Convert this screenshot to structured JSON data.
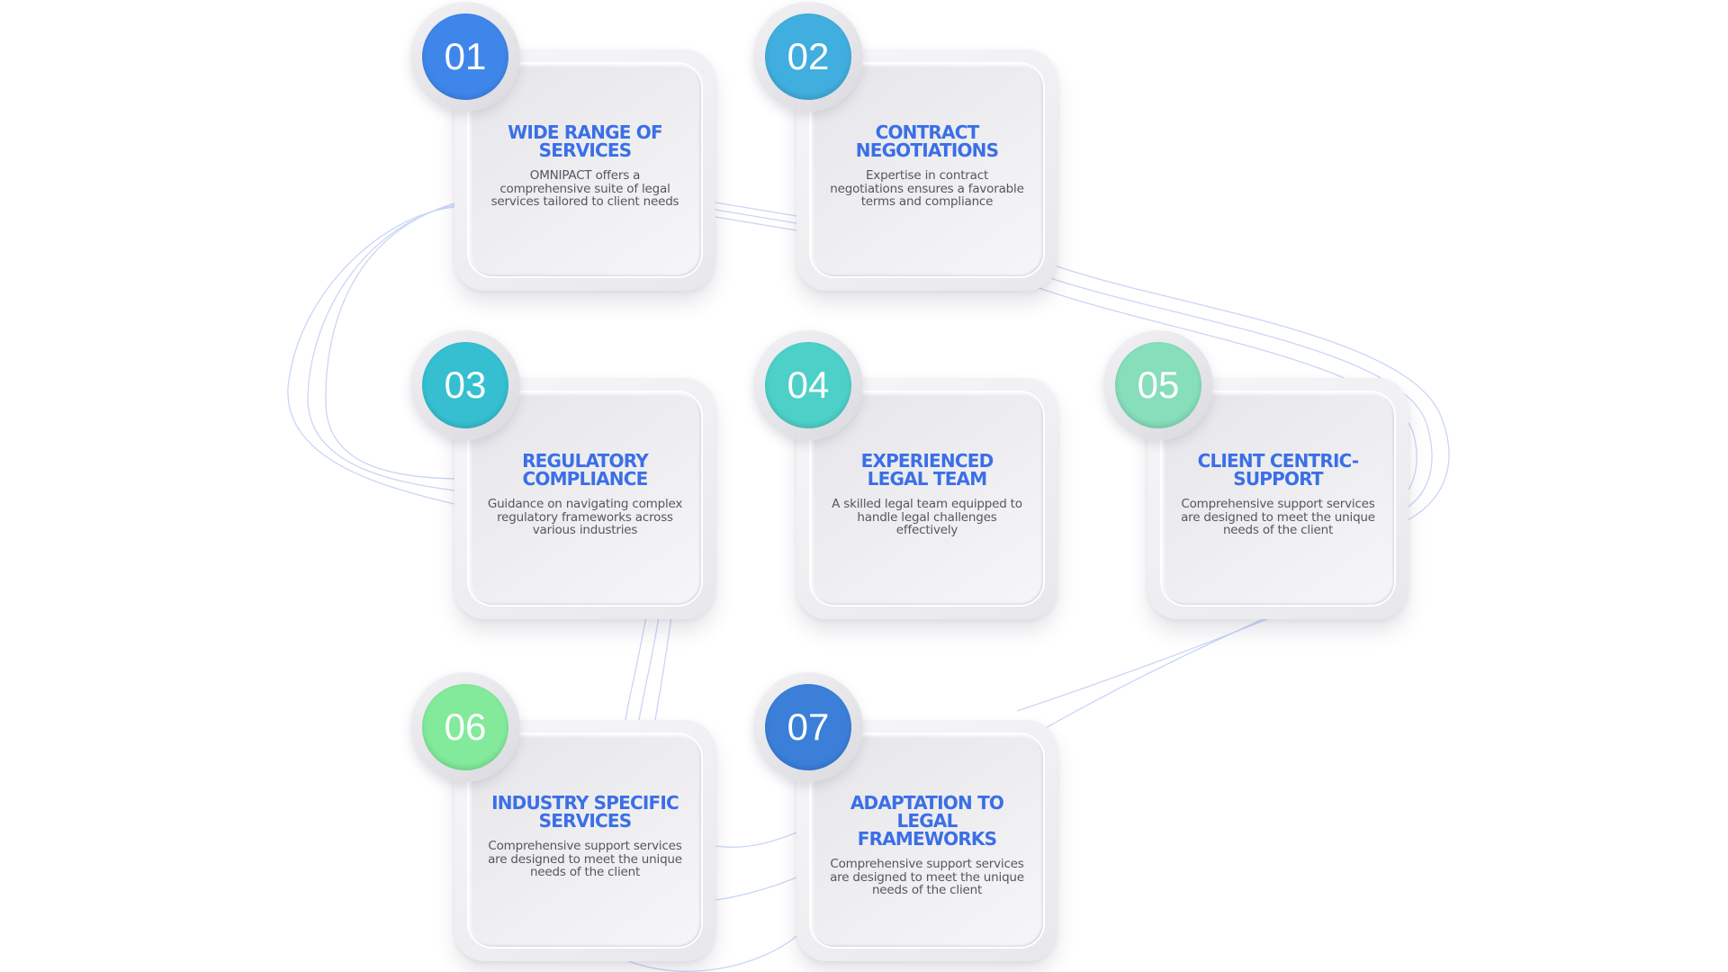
{
  "items": [
    {
      "number": "01",
      "title": "WIDE RANGE OF SERVICES",
      "description": "OMNIPACT offers a comprehensive suite of legal services tailored to client needs",
      "color": "#3f86ea"
    },
    {
      "number": "02",
      "title": "CONTRACT NEGOTIATIONS",
      "description": "Expertise in contract negotiations ensures a favorable terms and compliance",
      "color": "#40aede"
    },
    {
      "number": "03",
      "title": "REGULATORY COMPLIANCE",
      "description": "Guidance on navigating complex regulatory frameworks across various industries",
      "color": "#35bfd0"
    },
    {
      "number": "04",
      "title": "EXPERIENCED LEGAL TEAM",
      "description": "A skilled legal team equipped to handle legal challenges effectively",
      "color": "#4dd0c8"
    },
    {
      "number": "05",
      "title": "CLIENT CENTRIC-SUPPORT",
      "description": "Comprehensive support services are designed to meet the unique needs of the client",
      "color": "#86deba"
    },
    {
      "number": "06",
      "title": "INDUSTRY SPECIFIC SERVICES",
      "description": "Comprehensive support services are designed to meet the unique needs of the client",
      "color": "#82ea9a"
    },
    {
      "number": "07",
      "title": "ADAPTATION TO LEGAL FRAMEWORKS",
      "description": "Comprehensive support services are designed to meet the unique needs of the client",
      "color": "#3b7fd9"
    }
  ]
}
